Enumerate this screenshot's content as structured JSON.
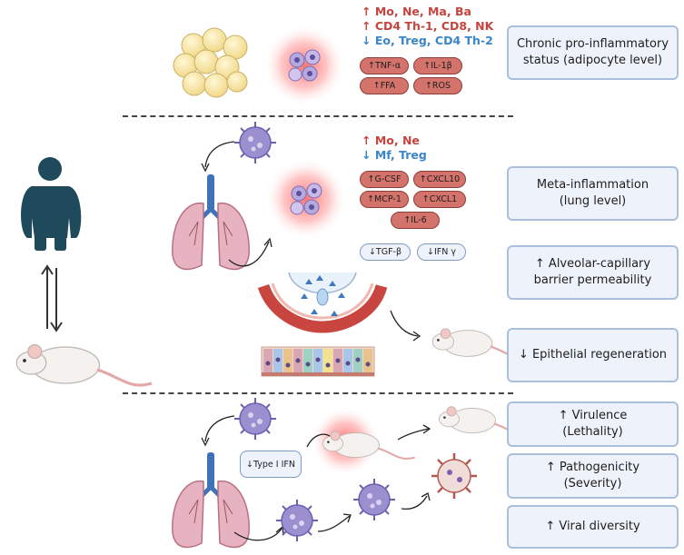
{
  "section1": {
    "cells_up_1": "↑ Mo, Ne, Ma, Ba",
    "cells_up_2": "↑ CD4 Th-1, CD8, NK",
    "cells_down": "↓ Eo, Treg, CD4 Th-2",
    "pills": [
      "↑TNF-α",
      "↑IL-1β",
      "↑FFA",
      "↑ROS"
    ],
    "box": "Chronic pro-inflammatory\nstatus (adipocyte level)"
  },
  "section2": {
    "cells_up": "↑ Mo, Ne",
    "cells_down": "↓ Mf, Treg",
    "pills": [
      "↑G-CSF",
      "↑CXCL10",
      "↑MCP-1",
      "↑CXCL1",
      "↑IL-6"
    ],
    "low_pills": [
      "↓TGF-β",
      "↓IFN γ"
    ],
    "boxes": [
      "Meta-inflammation\n(lung level)",
      "↑ Alveolar-capillary\nbarrier permeability",
      "↓ Epithelial regeneration"
    ]
  },
  "section3": {
    "note": "↓Type I IFN",
    "boxes": [
      "↑ Virulence\n(Lethality)",
      "↑ Pathogenicity\n(Severity)",
      "↑ Viral diversity"
    ]
  },
  "colors": {
    "up": "#c4443f",
    "down": "#3a86c8",
    "pill": "#d3736b",
    "box_fill": "#eef3fb",
    "box_border": "#a9bfdc",
    "virus": "#9b8fd0",
    "person": "#1f4a5c"
  },
  "icons": [
    "adipocyte-cluster-icon",
    "immune-cells-icon",
    "virus-icon",
    "lungs-icon",
    "obese-person-icon",
    "mouse-icon",
    "blood-vessel-icon",
    "epithelium-icon",
    "reversible-arrows-icon"
  ]
}
